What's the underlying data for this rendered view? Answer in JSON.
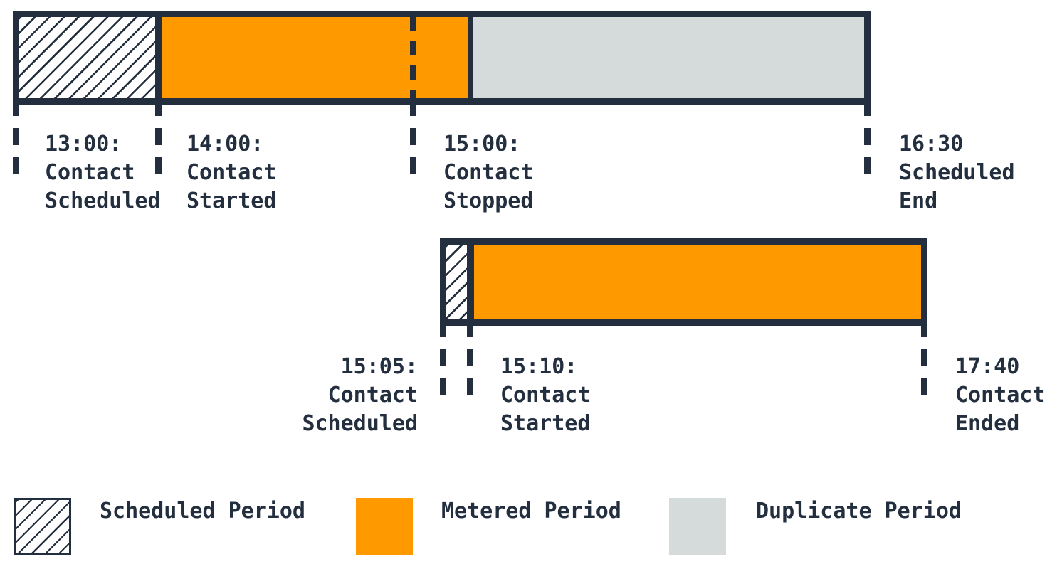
{
  "colors": {
    "ink": "#232F3E",
    "orange": "#FF9900",
    "gray": "#D5DBDB",
    "white": "#FFFFFF"
  },
  "timeline_top": {
    "segments": [
      {
        "period": "scheduled",
        "from": "13:00",
        "to": "14:00"
      },
      {
        "period": "metered",
        "from": "14:00",
        "to": "15:10"
      },
      {
        "period": "duplicate",
        "from": "15:10",
        "to": "16:30"
      }
    ],
    "events": [
      {
        "lines": [
          "13:00:",
          "Contact",
          "Scheduled"
        ]
      },
      {
        "lines": [
          "14:00:",
          "Contact",
          "Started"
        ]
      },
      {
        "lines": [
          "15:00:",
          "Contact",
          "Stopped"
        ],
        "marker": "dashed-line"
      },
      {
        "lines": [
          "16:30",
          "Scheduled",
          "End"
        ]
      }
    ]
  },
  "timeline_bottom": {
    "segments": [
      {
        "period": "scheduled",
        "from": "15:05",
        "to": "15:10"
      },
      {
        "period": "metered",
        "from": "15:10",
        "to": "17:40"
      }
    ],
    "events": [
      {
        "lines": [
          "15:05:",
          "Contact",
          "Scheduled"
        ]
      },
      {
        "lines": [
          "15:10:",
          "Contact",
          "Started"
        ]
      },
      {
        "lines": [
          "17:40",
          "Contact",
          "Ended"
        ]
      }
    ]
  },
  "legend": {
    "items": [
      {
        "label": "Scheduled Period",
        "swatch": "hatched"
      },
      {
        "label": "Metered Period",
        "swatch": "orange"
      },
      {
        "label": "Duplicate Period",
        "swatch": "gray"
      }
    ]
  }
}
